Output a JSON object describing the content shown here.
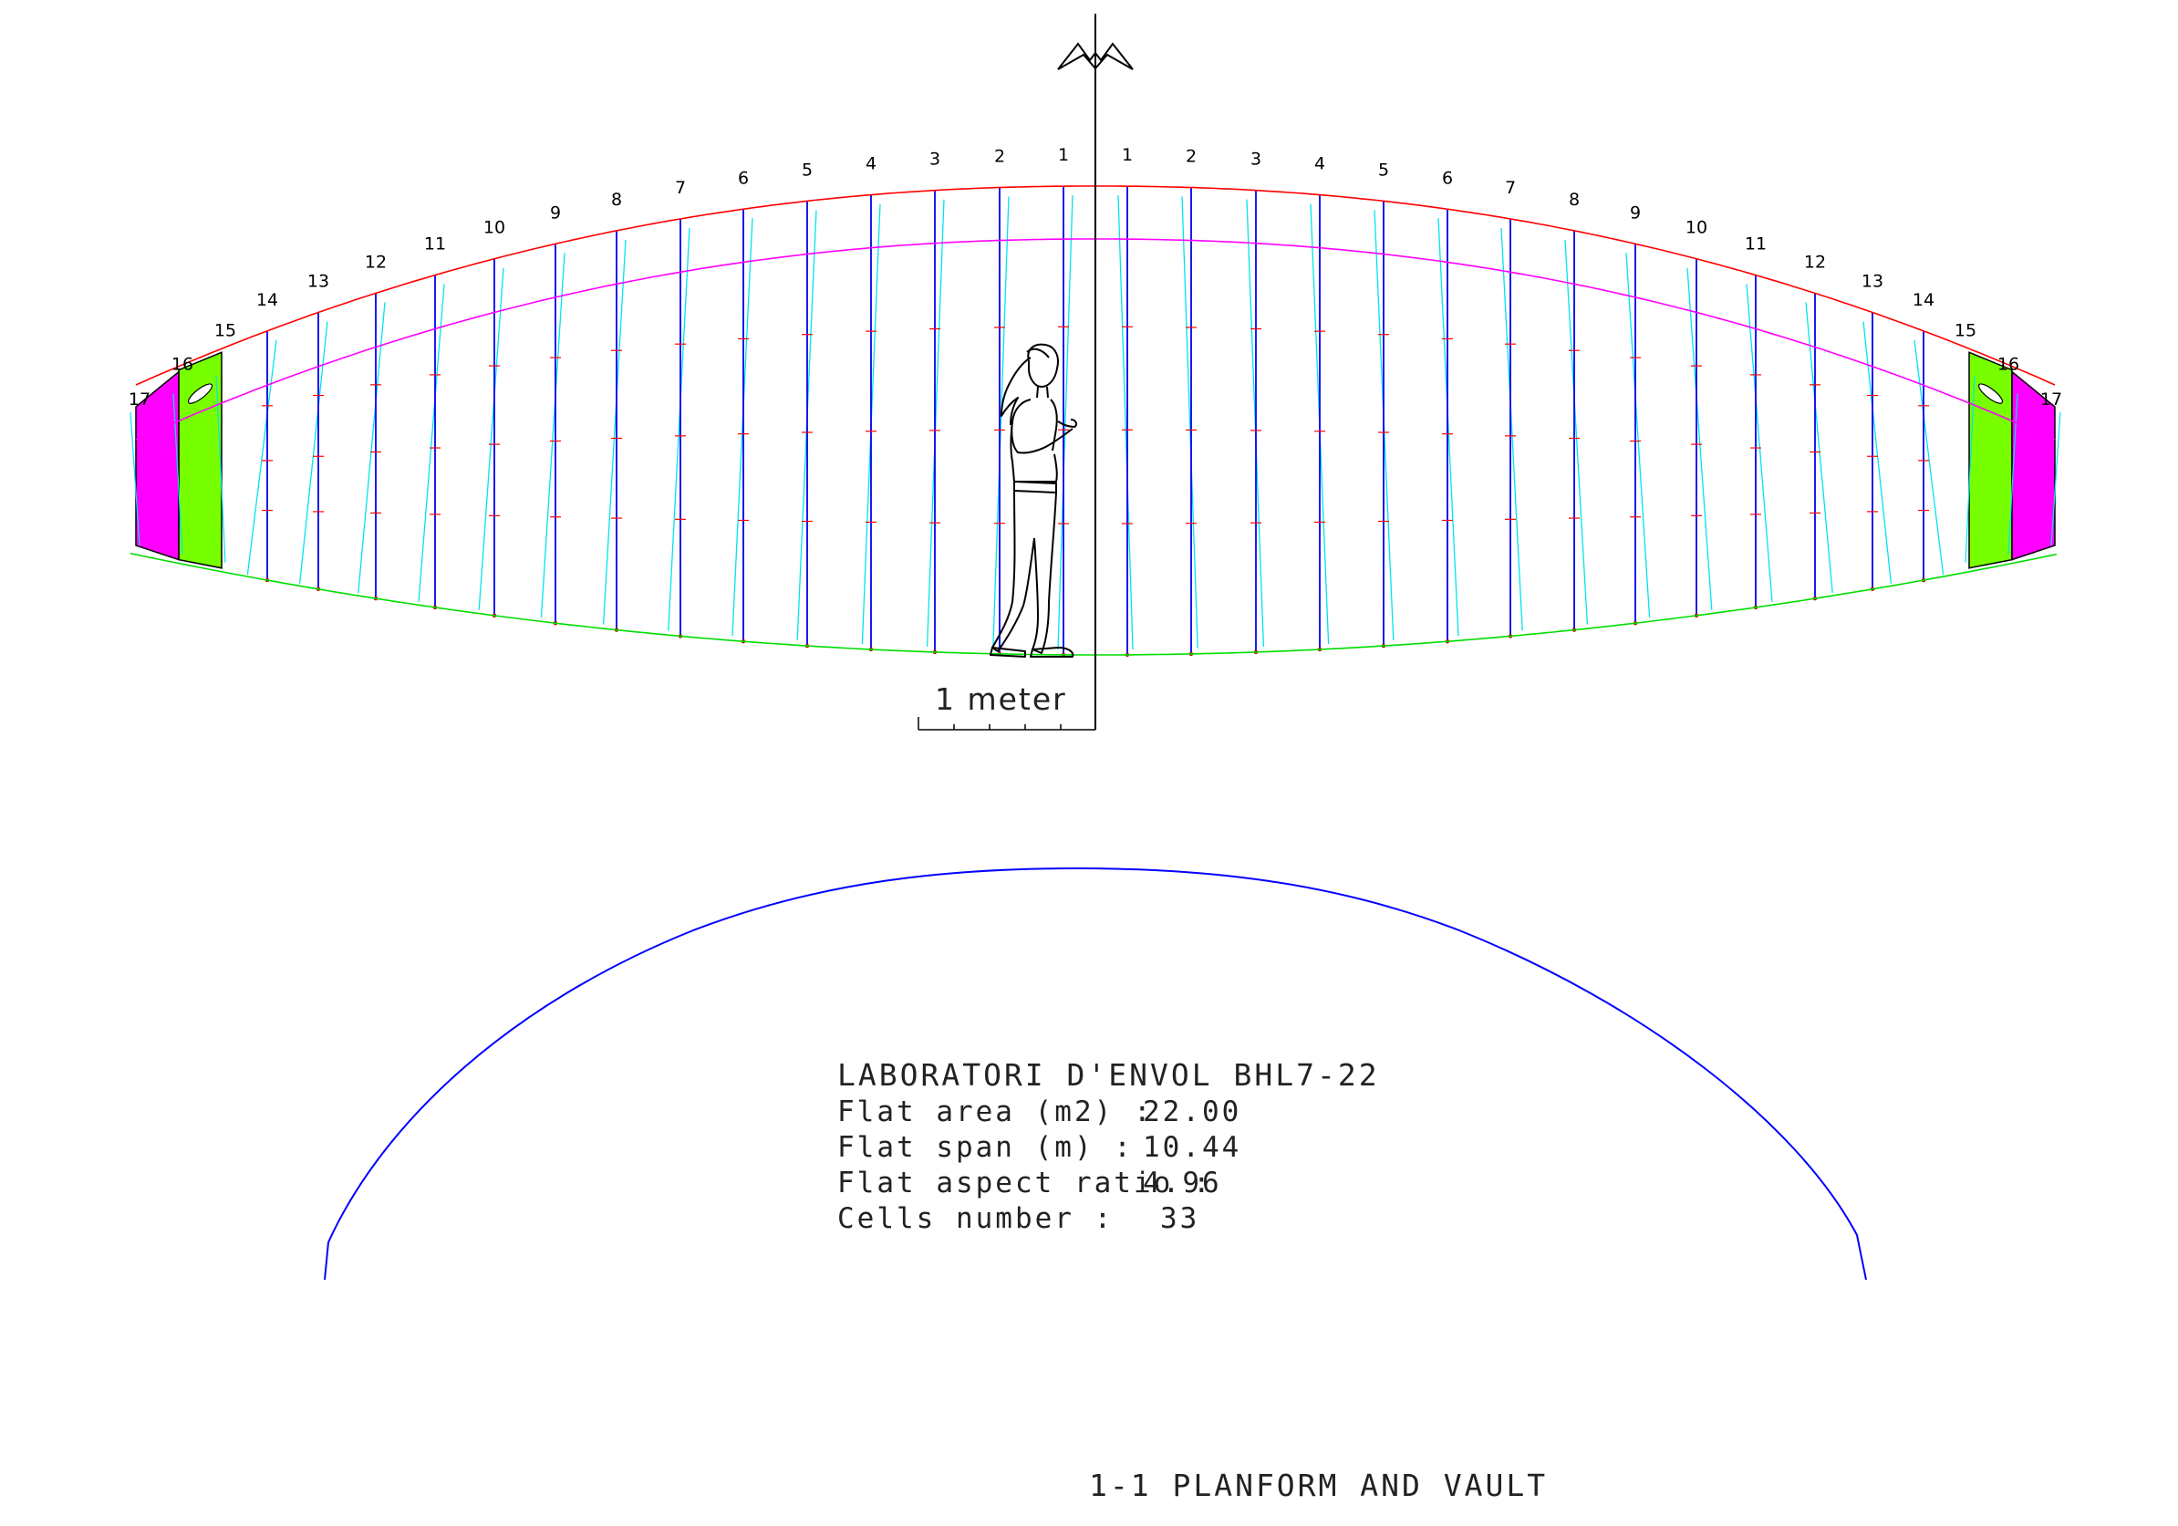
{
  "colors": {
    "leading_edge": "#ff0000",
    "inlet_line": "#ff00ff",
    "trailing_edge": "#00dd00",
    "rib": "#0000ee",
    "diagonal": "#00e5ee",
    "vault": "#0000ff",
    "tip_panel_magenta": "#ff00ff",
    "tip_panel_green": "#77ff00"
  },
  "icons": {
    "bird": "bird-icon",
    "figure": "person-figure"
  },
  "rib_numbers": {
    "left": [
      "1",
      "2",
      "3",
      "4",
      "5",
      "6",
      "7",
      "8",
      "9",
      "10",
      "11",
      "12",
      "13",
      "14",
      "15",
      "16",
      "17"
    ],
    "right": [
      "1",
      "2",
      "3",
      "4",
      "5",
      "6",
      "7",
      "8",
      "9",
      "10",
      "11",
      "12",
      "13",
      "14",
      "15",
      "16",
      "17"
    ]
  },
  "scale_bar": {
    "label": "1 meter"
  },
  "specs": {
    "title": "LABORATORI D'ENVOL  BHL7-22",
    "rows": [
      {
        "label": "Flat area (m2) :",
        "value": "22.00"
      },
      {
        "label": "Flat span (m) :",
        "value": "10.44"
      },
      {
        "label": "Flat aspect ratio :",
        "value": "4.96"
      },
      {
        "label": "Cells number :",
        "value": "33"
      }
    ]
  },
  "drawing_title": "1-1 PLANFORM AND VAULT"
}
